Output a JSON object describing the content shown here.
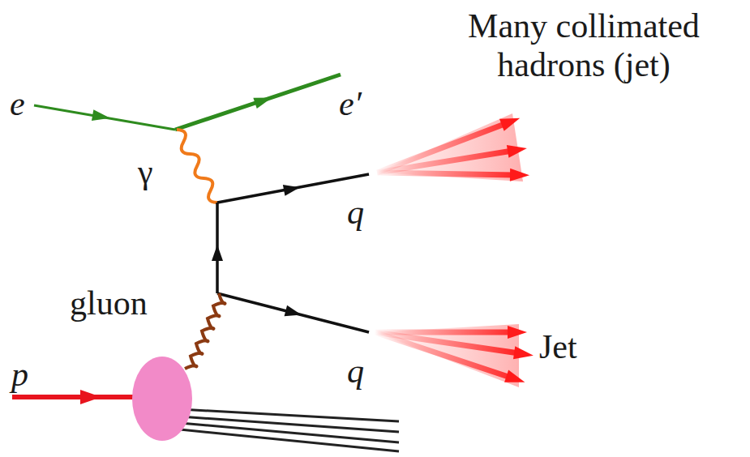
{
  "diagram": {
    "labels": [
      "Many collimated hadrons (jet)",
      "e",
      "e′",
      "γ",
      "q",
      "gluon",
      "q",
      "Jet",
      "p"
    ]
  }
}
